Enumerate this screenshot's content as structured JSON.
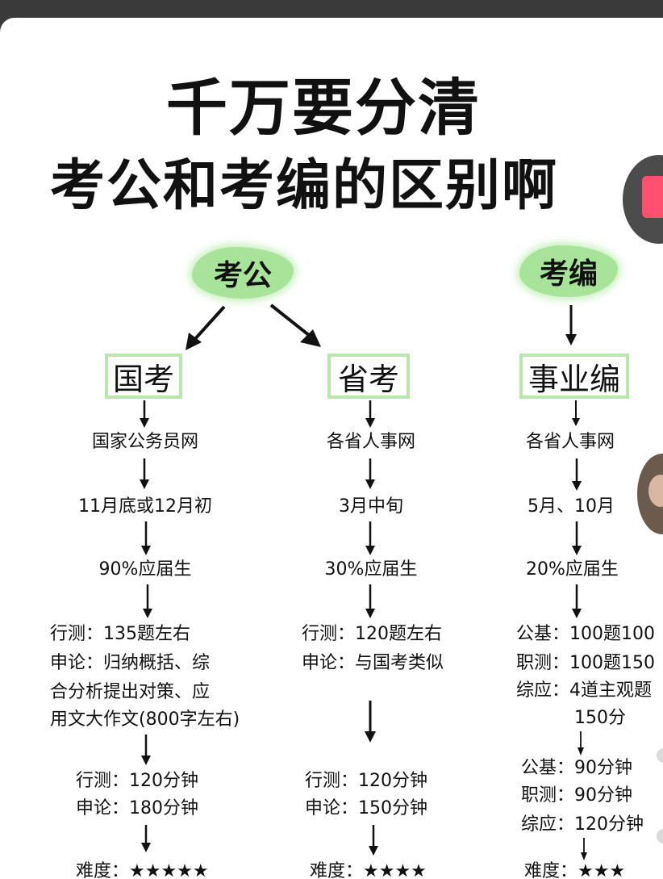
{
  "title": {
    "line1": "千万要分清",
    "line2": "考公和考编的区别啊"
  },
  "kaogong": {
    "label": "考公",
    "guokao": {
      "label": "国考",
      "site": "国家公务员网",
      "time": "11月底或12月初",
      "ratio": "90%应届生",
      "exam": [
        "行测：135题左右",
        "申论：归纳概括、综",
        "合分析提出对策、应",
        "用文大作文(800字左右)"
      ],
      "duration": [
        "行测：120分钟",
        "申论：180分钟"
      ],
      "difficulty": "难度：★★★★★"
    },
    "shengkao": {
      "label": "省考",
      "site": "各省人事网",
      "time": "3月中旬",
      "ratio": "30%应届生",
      "exam": [
        "行测：120题左右",
        "申论：与国考类似"
      ],
      "duration": [
        "行测：120分钟",
        "申论：150分钟"
      ],
      "difficulty": "难度：★★★★"
    }
  },
  "kaobian": {
    "label": "考编",
    "shiyebian": {
      "label": "事业编",
      "site": "各省人事网",
      "time": "5月、10月",
      "ratio": "20%应届生",
      "exam": [
        "公基：100题100",
        "职测：100题150",
        "综应：4道主观题",
        "150分"
      ],
      "duration": [
        "公基：90分钟",
        "职测：90分钟",
        "综应：120分钟"
      ],
      "difficulty": "难度：★★★"
    }
  }
}
